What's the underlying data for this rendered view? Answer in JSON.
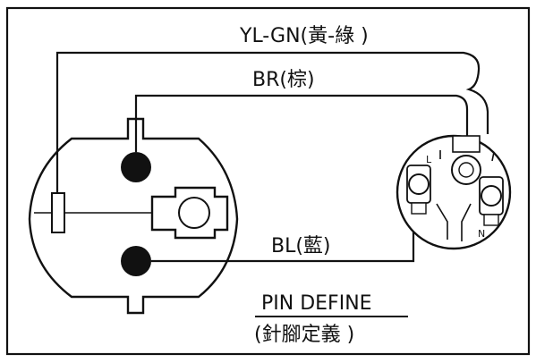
{
  "wires": {
    "yellow_green_label": "YL-GN(黃-綠 )",
    "brown_label": "BR(棕)",
    "blue_label": "BL(藍)"
  },
  "title": {
    "main": "PIN DEFINE",
    "sub": "(針腳定義 )"
  },
  "connector_marks": {
    "left": "L",
    "right": "N"
  },
  "colors": {
    "line": "#111111",
    "background": "#ffffff"
  }
}
